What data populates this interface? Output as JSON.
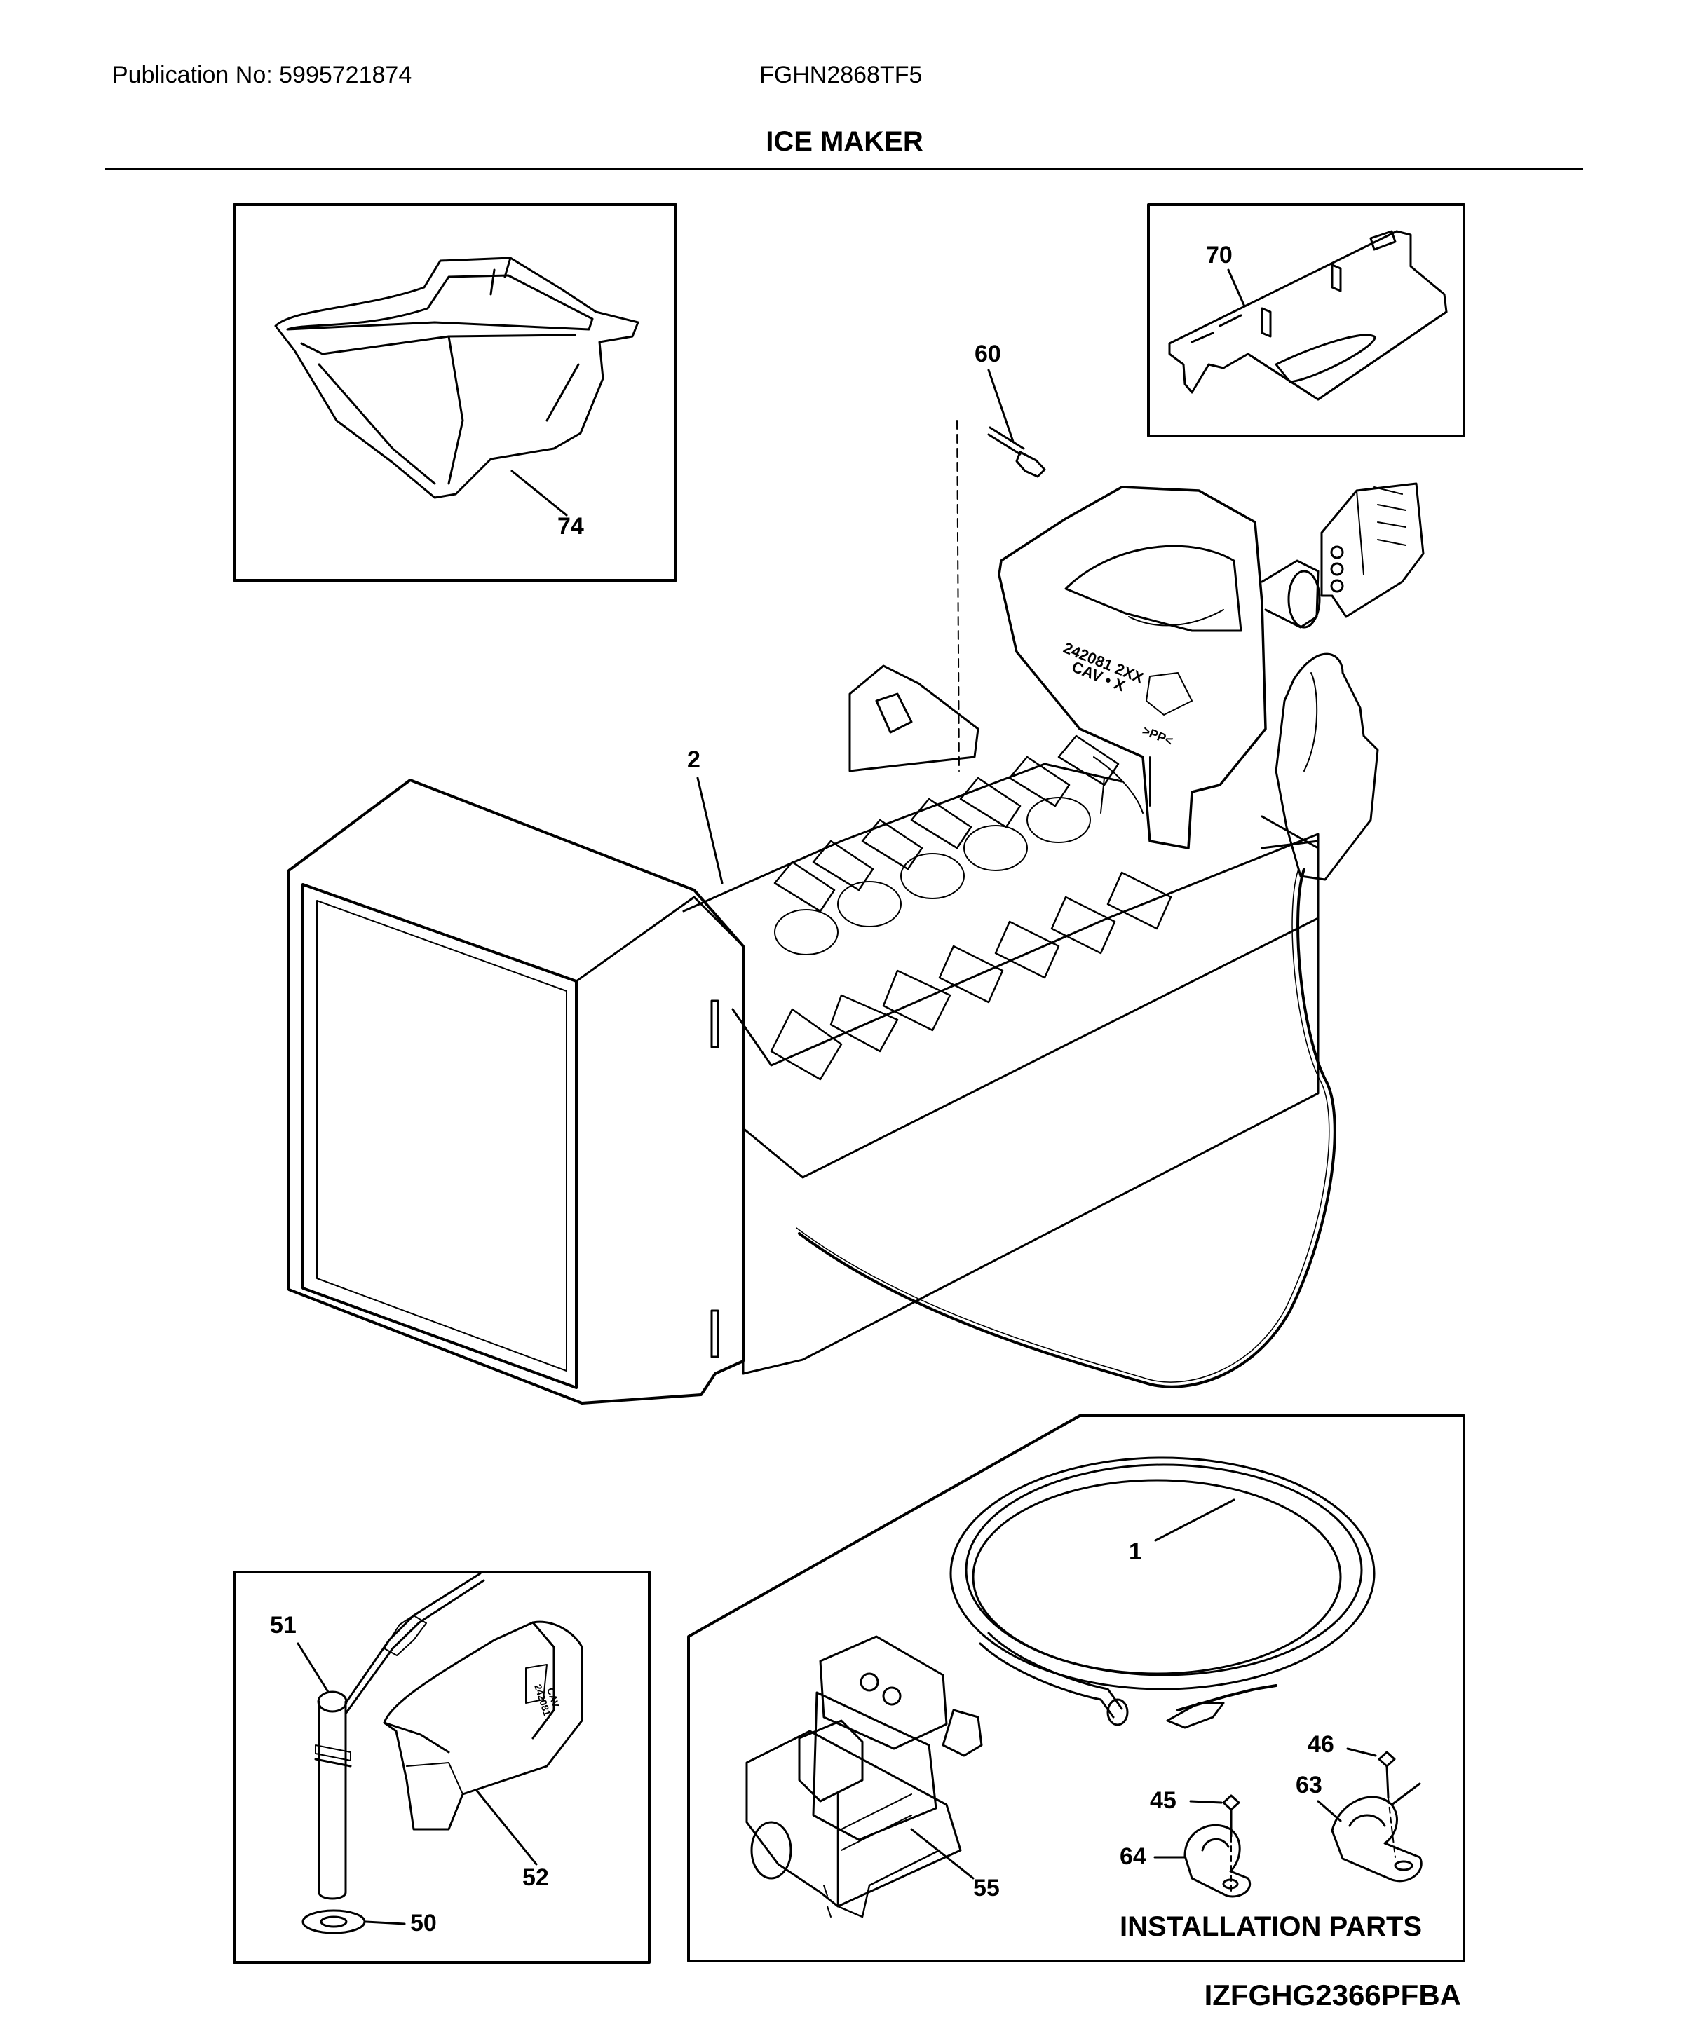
{
  "header": {
    "publication": "Publication No: 5995721874",
    "model": "FGHN2868TF5",
    "title": "ICE MAKER"
  },
  "footer": {
    "code": "IZFGHG2366PFBA"
  },
  "installation_caption": "INSTALLATION PARTS",
  "part_markings": {
    "hopper_line1": "242081 2XX",
    "hopper_line2": "CAV • X",
    "recycle": ">PP<",
    "cover_line1": "242081",
    "cover_line2": "CAV"
  },
  "callouts": {
    "p74": "74",
    "p70": "70",
    "p60": "60",
    "p2": "2",
    "p1": "1",
    "p51": "51",
    "p52": "52",
    "p50": "50",
    "p55": "55",
    "p46": "46",
    "p45": "45",
    "p63": "63",
    "p64": "64"
  }
}
